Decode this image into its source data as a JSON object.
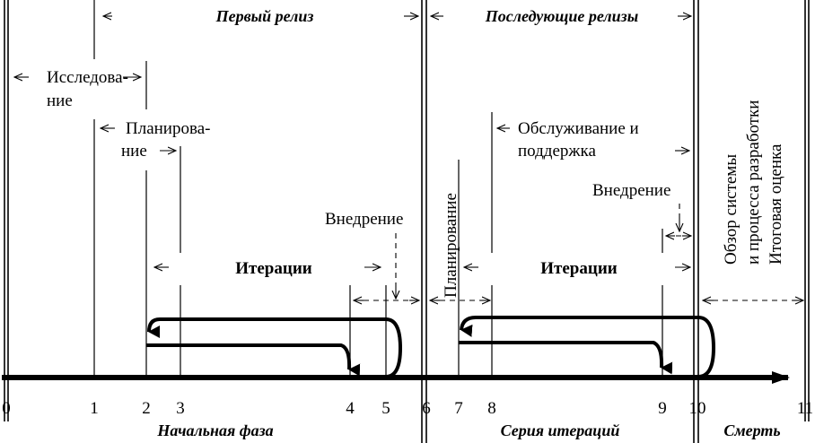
{
  "headers": {
    "first_release": "Первый релиз",
    "later_releases": "Последующие релизы"
  },
  "phases": {
    "research": [
      "Исследова-",
      "ние"
    ],
    "planning": [
      "Планирова-",
      "ние"
    ],
    "iterations_1": "Итерации",
    "deploy_1": "Внедрение",
    "planning_2": "Планирование",
    "maintenance": [
      "Обслуживание и",
      "поддержка"
    ],
    "deploy_2": "Внедрение",
    "iterations_2": "Итерации",
    "death_items": [
      "Обзор системы",
      "и процесса разработки",
      "Итоговая оценка"
    ]
  },
  "axis": {
    "ticks": [
      "0",
      "1",
      "2",
      "3",
      "4",
      "5",
      "6",
      "7",
      "8",
      "9",
      "10",
      "11"
    ]
  },
  "footer": {
    "initial_phase": "Начальная фаза",
    "iteration_series": "Серия итераций",
    "death": "Смерть"
  }
}
